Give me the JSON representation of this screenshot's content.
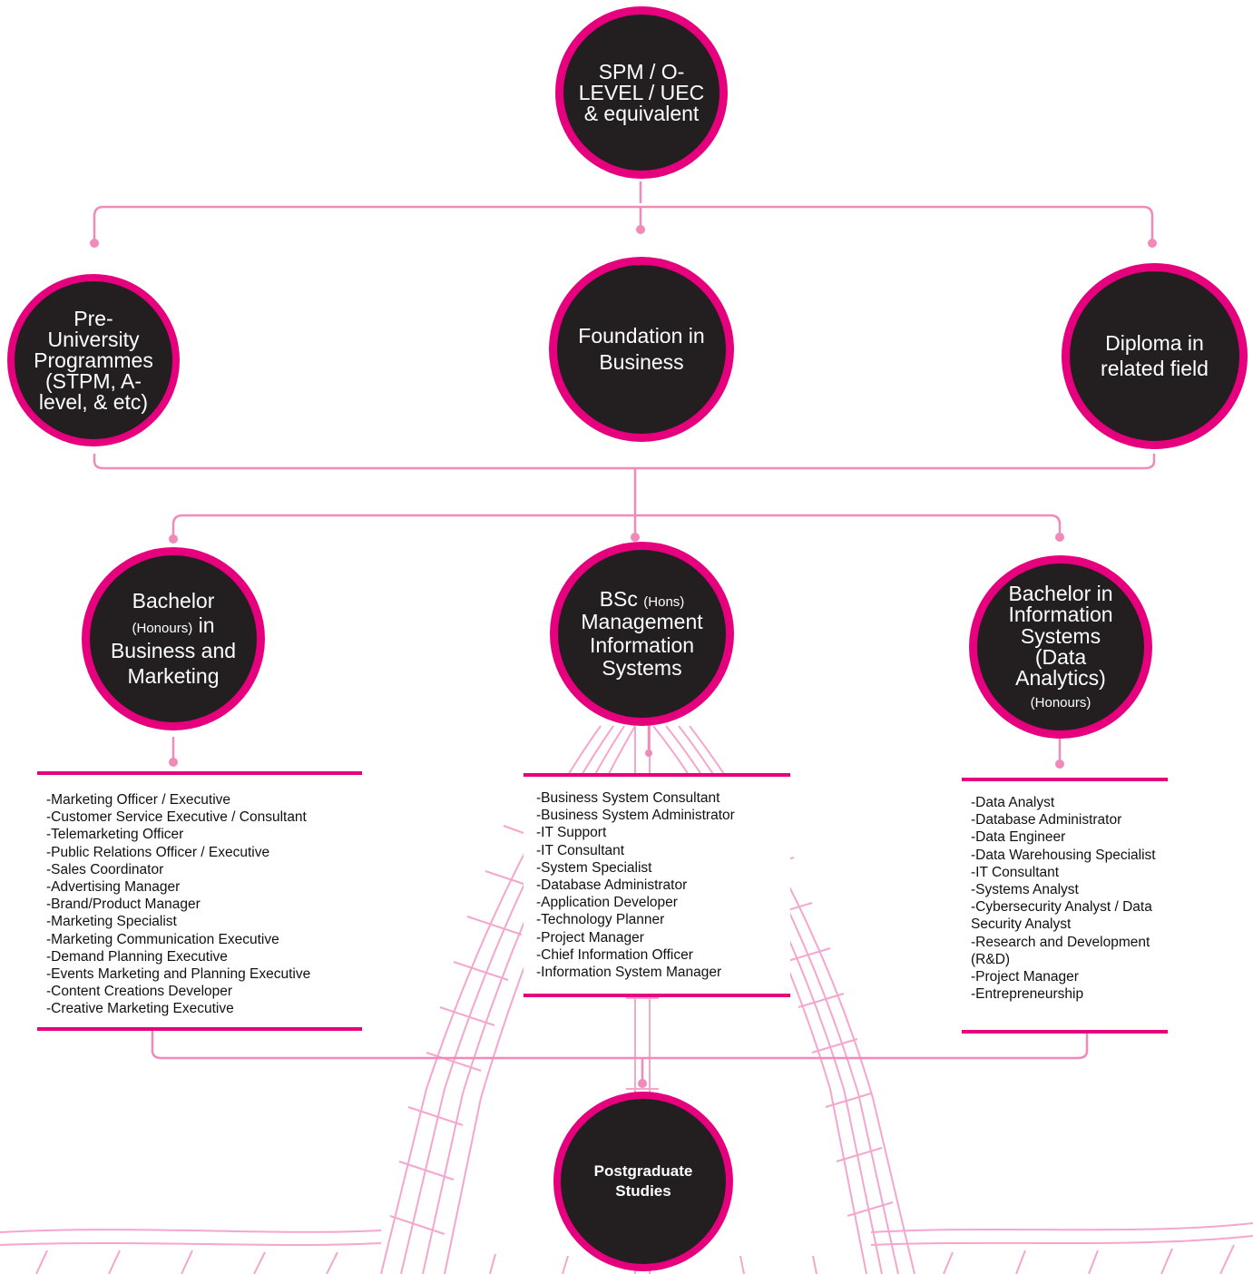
{
  "colors": {
    "accent": "#e6007e",
    "connector": "#f08ab8",
    "node_fill": "#231f20",
    "node_text": "#ffffff",
    "background_art": "#f4a6cf"
  },
  "nodes": {
    "top": "SPM / O-LEVEL / UEC & equivalent",
    "pre_university": "Pre-University Programmes (STPM, A-level, & etc)",
    "foundation": "Foundation in Business",
    "diploma": "Diploma in related field",
    "bachelor_business": {
      "a": "Bachelor",
      "b": "(Honours)",
      "c": "in",
      "d": "Business and Marketing"
    },
    "bsc_mis": {
      "a": "BSc",
      "b": "(Hons)",
      "c": "Management Information Systems"
    },
    "bachelor_is": {
      "a": "Bachelor in Information Systems (Data Analytics)",
      "b": "(Honours)"
    },
    "postgraduate": "Postgraduate Studies"
  },
  "careers": {
    "business_marketing": [
      "-Marketing Officer / Executive",
      "-Customer Service Executive / Consultant",
      "-Telemarketing Officer",
      "-Public Relations Officer / Executive",
      "-Sales Coordinator",
      "-Advertising Manager",
      "-Brand/Product Manager",
      "-Marketing Specialist",
      "-Marketing Communication Executive",
      "-Demand Planning Executive",
      "-Events Marketing and Planning Executive",
      "-Content Creations Developer",
      "-Creative Marketing Executive"
    ],
    "mis": [
      "-Business System Consultant",
      "-Business System Administrator",
      "-IT Support",
      "-IT Consultant",
      "-System Specialist",
      "-Database Administrator",
      "-Application Developer",
      "-Technology Planner",
      "-Project Manager",
      "-Chief Information Officer",
      "-Information System Manager"
    ],
    "data_analytics": [
      "-Data Analyst",
      "-Database Administrator",
      "-Data Engineer",
      "-Data Warehousing Specialist",
      "-IT Consultant",
      "-Systems Analyst",
      "-Cybersecurity Analyst / Data Security Analyst",
      "-Research and Development (R&D)",
      "-Project Manager",
      "-Entrepreneurship"
    ]
  }
}
